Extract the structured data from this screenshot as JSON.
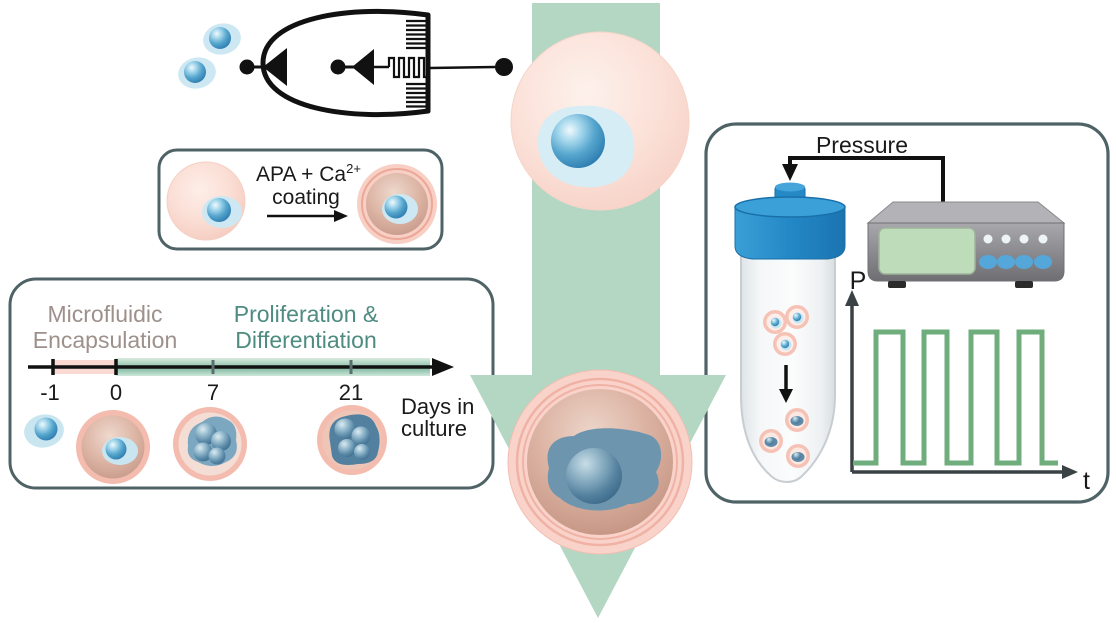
{
  "apa_box": {
    "label_main": "APA + Ca",
    "label_superscript": "2+",
    "label_second_line": "coating"
  },
  "timeline_box": {
    "phase1": {
      "line1": "Microfluidic",
      "line2": "Encapsulation",
      "color": "#9e908b"
    },
    "phase2": {
      "line1": "Proliferation &",
      "line2": "Differentiation",
      "color": "#4e8b80"
    },
    "tick_labels": [
      "-1",
      "0",
      "7",
      "21"
    ],
    "axis_label": {
      "line1": "Days in",
      "line2": "culture"
    }
  },
  "pressure_box": {
    "title": "Pressure",
    "plot": {
      "type": "square_wave",
      "y_axis_label": "P",
      "x_axis_label": "t",
      "num_pulses": 4,
      "line_color": "#6fad7d",
      "points": [
        [
          853,
          463
        ],
        [
          876,
          463
        ],
        [
          876,
          332
        ],
        [
          903,
          332
        ],
        [
          903,
          463
        ],
        [
          924,
          463
        ],
        [
          924,
          332
        ],
        [
          947,
          332
        ],
        [
          947,
          463
        ],
        [
          971,
          463
        ],
        [
          971,
          332
        ],
        [
          997,
          332
        ],
        [
          997,
          463
        ],
        [
          1019,
          463
        ],
        [
          1019,
          332
        ],
        [
          1042,
          332
        ],
        [
          1042,
          463
        ],
        [
          1058,
          463
        ]
      ]
    }
  },
  "colors": {
    "process_arrow_green": "#b4d7c4",
    "box_border": "#4f6367",
    "capsule_ring_pink": "#f3bcae",
    "microgel_pink": "#f8d5ca",
    "cell_nucleus_blue": "#2d7cb0",
    "cell_cytoplasm_blue": "#cde8f2",
    "differentiated_cell_blue": "#6e95ae",
    "tube_cap_blue": "#2388c6",
    "device_gray": "#8b8b90",
    "device_screen_green": "#bedcba",
    "device_button_blue": "#55a6d9",
    "wave_green": "#6fad7d",
    "phase1_text": "#9e908b",
    "phase2_text": "#4e8b80",
    "timeline_pink_band": "#f9d9d2",
    "timeline_teal_band": "#8fc2ac"
  }
}
